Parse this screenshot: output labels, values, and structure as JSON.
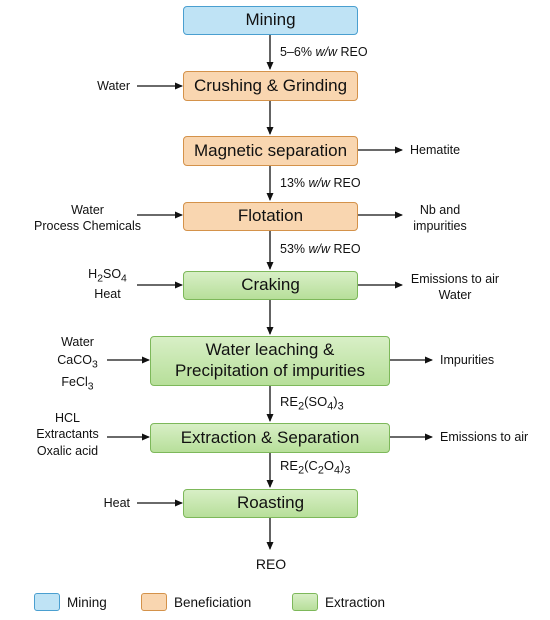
{
  "nodes": {
    "mining": "Mining",
    "crushing": "Crushing & Grinding",
    "magnetic": "Magnetic separation",
    "flotation": "Flotation",
    "craking": "Craking",
    "leaching_line1": "Water leaching &",
    "leaching_line2": "Precipitation of impurities",
    "extraction": "Extraction & Separation",
    "roasting": "Roasting"
  },
  "flow_labels": {
    "reo_5_6_prefix": "5–6% ",
    "reo_5_6_ww": "w/w",
    "reo_5_6_suffix": " REO",
    "reo_13_prefix": "13% ",
    "reo_13_ww": "w/w",
    "reo_13_suffix": " REO",
    "reo_53_prefix": "53% ",
    "reo_53_ww": "w/w",
    "reo_53_suffix": " REO",
    "re2so4_main": "RE",
    "re2so4_sub1": "2",
    "re2so4_mid": "(SO",
    "re2so4_sub2": "4",
    "re2so4_end": ")",
    "re2so4_sub3": "3",
    "re2c2o4_main": "RE",
    "re2c2o4_sub1": "2",
    "re2c2o4_mid1": "(C",
    "re2c2o4_sub2": "2",
    "re2c2o4_mid2": "O",
    "re2c2o4_sub3": "4",
    "re2c2o4_end": ")",
    "re2c2o4_sub4": "3",
    "final_output": "REO"
  },
  "inputs": {
    "crushing_water": "Water",
    "flotation_water": "Water",
    "flotation_chem": "Process Chemicals",
    "craking_h2so4_a": "H",
    "craking_h2so4_s1": "2",
    "craking_h2so4_b": "SO",
    "craking_h2so4_s2": "4",
    "craking_heat": "Heat",
    "leaching_water": "Water",
    "leaching_caco3_a": "CaCO",
    "leaching_caco3_s": "3",
    "leaching_fecl3_a": "FeCl",
    "leaching_fecl3_s": "3",
    "extraction_hcl": "HCL",
    "extraction_extractants": "Extractants",
    "extraction_oxalic": "Oxalic acid",
    "roasting_heat": "Heat"
  },
  "outputs": {
    "magnetic_hematite": "Hematite",
    "flotation_nb_line1": "Nb and",
    "flotation_nb_line2": "impurities",
    "craking_emissions_line1": "Emissions to air",
    "craking_emissions_line2": "Water",
    "leaching_impurities": "Impurities",
    "extraction_emissions": "Emissions to air"
  },
  "legend": [
    {
      "label": "Mining",
      "color": "#bfe3f5",
      "border": "#4a9fd0"
    },
    {
      "label": "Beneficiation",
      "color": "#f9d6b0",
      "border": "#d4924a"
    },
    {
      "label": "Extraction",
      "color": "#c5e6ac",
      "border": "#7db85a"
    }
  ],
  "colors": {
    "mining_fill": "#bfe3f5",
    "beneficiation_fill": "#f9d6b0",
    "extraction_fill": "#c5e6ac",
    "arrow": "#111111"
  }
}
